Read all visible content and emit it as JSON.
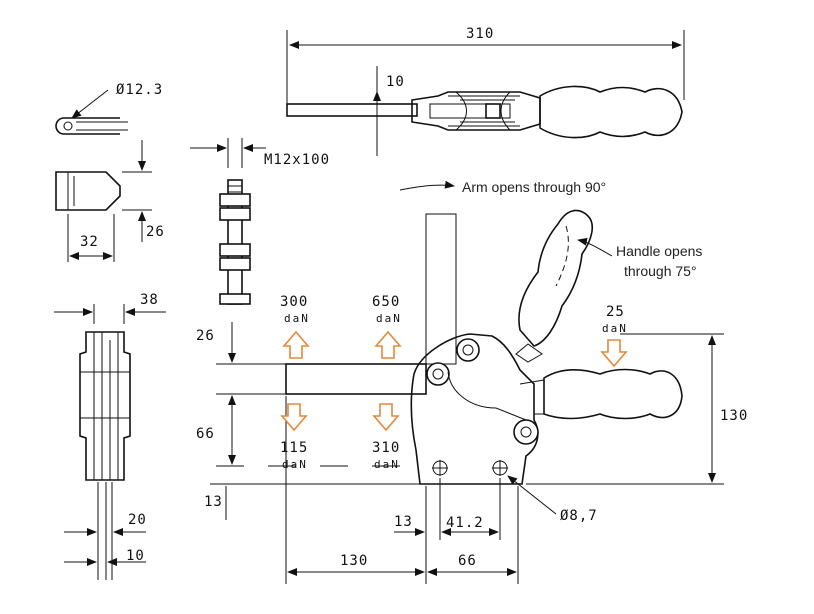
{
  "colors": {
    "line": "#111111",
    "force_arrow": "#e08a3c",
    "background": "#ffffff"
  },
  "dimensions": {
    "overall_length": "310",
    "bar_thickness": "10",
    "tip_diameter": "Ø12.3",
    "bolt_spec": "M12x100",
    "tip_height": "26",
    "tip_width": "32",
    "side_width": "38",
    "base_gap_left": "20",
    "base_gap_right": "10",
    "arm_offset_top": "26",
    "arm_to_base": "66",
    "base_height": "13",
    "height_total": "130",
    "hole_diameter": "Ø8,7",
    "base_offset": "13",
    "hole_spacing": "41.2",
    "reach": "130",
    "base_length": "66"
  },
  "notes": {
    "arm_open": "Arm opens through 90°",
    "handle_open_line1": "Handle opens",
    "handle_open_line2": "through 75°"
  },
  "forces": {
    "f300": {
      "value": "300",
      "unit": "daN"
    },
    "f650": {
      "value": "650",
      "unit": "daN"
    },
    "f25": {
      "value": "25",
      "unit": "daN"
    },
    "f115": {
      "value": "115",
      "unit": "daN"
    },
    "f310": {
      "value": "310",
      "unit": "daN"
    }
  }
}
